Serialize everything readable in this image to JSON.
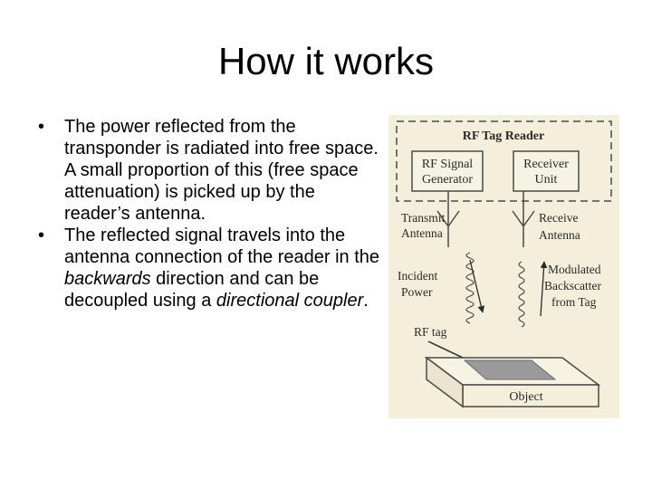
{
  "title": "How it works",
  "bullets": [
    {
      "text": "The power reflected from the transponder is radiated into free space. A small proportion of this (free space attenuation) is picked up by the reader’s antenna."
    },
    {
      "pre": "The reflected signal travels into the antenna connection of the reader in the ",
      "em1": "backwards",
      "mid": " direction and can be decoupled using a ",
      "em2": "directional coupler",
      "post": "."
    }
  ],
  "diagram": {
    "reader_label": "RF Tag Reader",
    "generator": [
      "RF Signal",
      "Generator"
    ],
    "receiver": [
      "Receiver",
      "Unit"
    ],
    "transmit_antenna": [
      "Transmit",
      "Antenna"
    ],
    "receive_antenna": [
      "Receive",
      "Antenna"
    ],
    "incident_power": [
      "Incident",
      "Power"
    ],
    "backscatter": [
      "Modulated",
      "Backscatter",
      "from Tag"
    ],
    "rf_tag": "RF tag",
    "object": "Object",
    "colors": {
      "background": "#f4efda",
      "box_fill": "#f7f3e2",
      "stroke": "#4a4a4a",
      "tag": "#9a9a9a"
    }
  }
}
